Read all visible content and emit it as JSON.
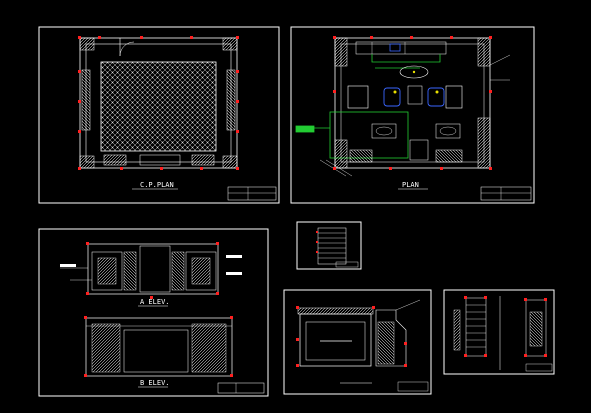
{
  "app": {
    "domain": "cad-drawing-viewer",
    "background": "#000000"
  },
  "colors": {
    "line": "#ffffff",
    "accent_red": "#ff2020",
    "accent_green": "#22cc33",
    "accent_blue": "#3a66ff",
    "accent_yellow": "#e8e000"
  },
  "sheets": [
    {
      "id": "ceiling-plan",
      "title": "C.P.PLAN"
    },
    {
      "id": "floor-plan",
      "title": "PLAN"
    },
    {
      "id": "elevations",
      "title": "ELEVATION"
    },
    {
      "id": "detail-list",
      "title": ""
    },
    {
      "id": "section",
      "title": ""
    },
    {
      "id": "detail-sections",
      "title": ""
    }
  ],
  "labels": {
    "ceiling_title": "C.P.PLAN",
    "plan_title": "PLAN",
    "elev_title_a": "A ELEV.",
    "elev_title_b": "B ELEV."
  }
}
